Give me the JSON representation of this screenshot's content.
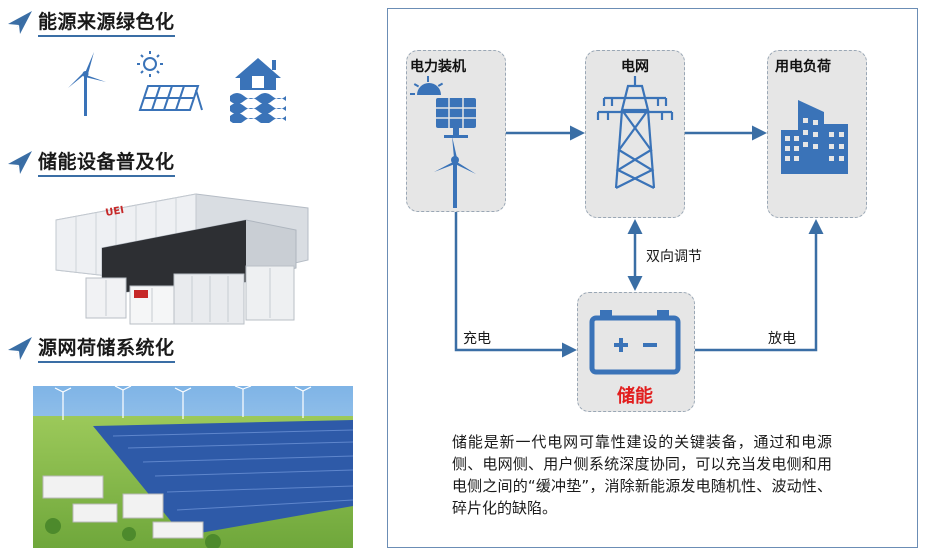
{
  "left": {
    "sections": [
      {
        "title": "能源来源绿色化"
      },
      {
        "title": "储能设备普及化"
      },
      {
        "title": "源网荷储系统化"
      }
    ],
    "storage_logo": "UEI"
  },
  "diagram": {
    "nodes": {
      "power_gen": "电力装机",
      "grid": "电网",
      "load": "用电负荷",
      "storage": "储能"
    },
    "edges": {
      "charge": "充电",
      "discharge": "放电",
      "bidirectional": "双向调节"
    },
    "description": "储能是新一代电网可靠性建设的关键装备，通过和电源侧、电网侧、用户侧系统深度协同，可以充当发电侧和用电侧之间的“缓冲垫”，消除新能源发电随机性、波动性、碎片化的缺陷。"
  },
  "colors": {
    "icon_blue": "#3a73b8",
    "arrow_blue": "#3a6ea5",
    "storage_red": "#e21d1d",
    "node_bg": "#e6e6e6"
  }
}
